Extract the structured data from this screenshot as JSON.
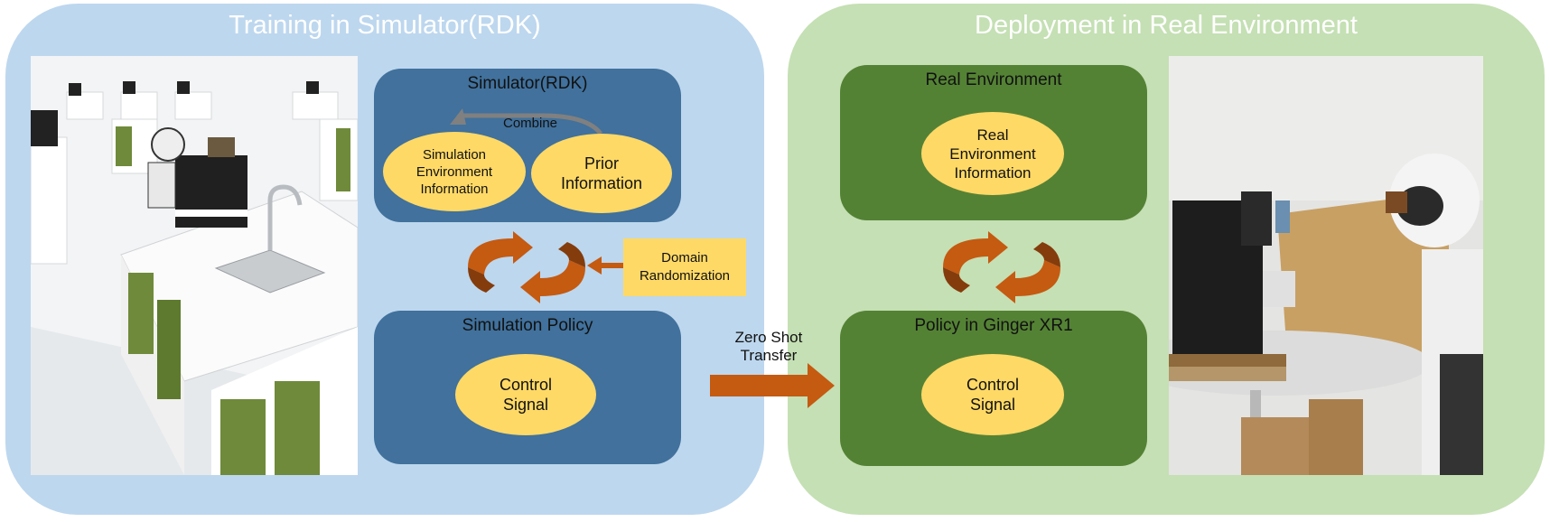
{
  "left_panel": {
    "title": "Training in Simulator(RDK)",
    "simulator_box": {
      "title": "Simulator(RDK)",
      "combine_label": "Combine",
      "sim_env_info": "Simulation Environment Information",
      "prior_info": "Prior Information"
    },
    "domain_randomization": "Domain Randomization",
    "policy_box": {
      "title": "Simulation Policy",
      "control_signal": "Control Signal"
    }
  },
  "transfer_label": "Zero Shot Transfer",
  "right_panel": {
    "title": "Deployment in Real Environment",
    "real_env_box": {
      "title": "Real Environment",
      "real_env_info": "Real Environment Information"
    },
    "policy_box": {
      "title": "Policy in Ginger XR1",
      "control_signal": "Control Signal"
    }
  },
  "colors": {
    "left_panel": "#bdd7ee",
    "right_panel": "#c5e0b4",
    "blue_box": "#41719c",
    "green_box": "#548235",
    "yellow": "#ffd966",
    "orange_arrow": "#c55a11"
  }
}
